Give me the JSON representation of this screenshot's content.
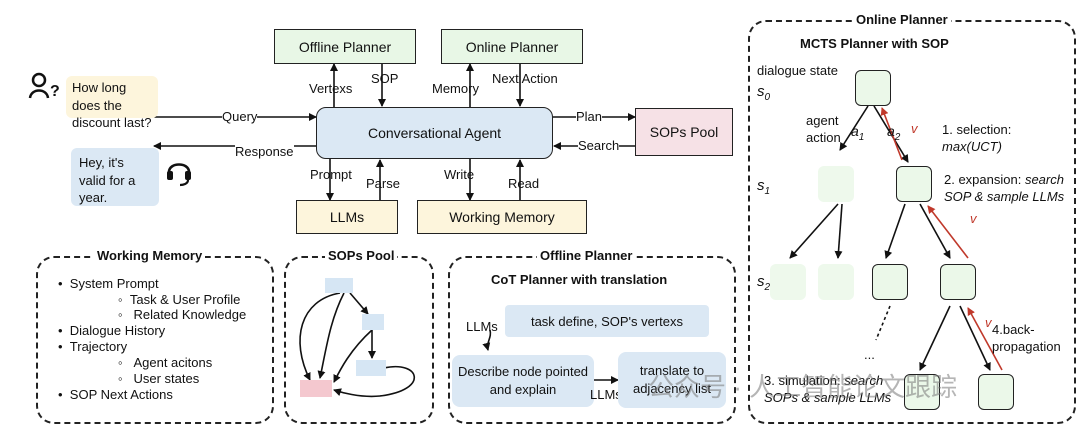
{
  "top": {
    "offline_planner": "Offline Planner",
    "online_planner": "Online Planner",
    "conversational_agent": "Conversational Agent",
    "sops_pool": "SOPs Pool",
    "llms": "LLMs",
    "working_memory": "Working Memory",
    "user_query": "How long does the discount last?",
    "agent_reply": "Hey, it's valid for a year.",
    "edges": {
      "vertexs": "Vertexs",
      "sop": "SOP",
      "memory": "Memory",
      "next_action": "Next Action",
      "query": "Query",
      "response": "Response",
      "plan": "Plan",
      "search": "Search",
      "prompt": "Prompt",
      "parse": "Parse",
      "write": "Write",
      "read": "Read"
    }
  },
  "working_memory_panel": {
    "title": "Working Memory",
    "items": [
      {
        "text": "System Prompt",
        "level": 1
      },
      {
        "text": "Task & User Profile",
        "level": 2
      },
      {
        "text": "Related Knowledge",
        "level": 2
      },
      {
        "text": "Dialogue History",
        "level": 1
      },
      {
        "text": "Trajectory",
        "level": 1
      },
      {
        "text": "Agent acitons",
        "level": 2
      },
      {
        "text": "User states",
        "level": 2
      },
      {
        "text": "SOP Next Actions",
        "level": 1
      }
    ]
  },
  "sops_pool_panel": {
    "title": "SOPs Pool"
  },
  "offline_planner_panel": {
    "title": "Offline Planner",
    "subtitle": "CoT Planner with translation",
    "task_box": "task define, SOP's vertexs",
    "describe_box": "Describe node pointed and explain",
    "translate_box": "translate to adjacency list",
    "llms_label_1": "LLMs",
    "llms_label_2": "LLMs"
  },
  "online_planner_panel": {
    "title": "Online Planner",
    "subtitle": "MCTS Planner with SOP",
    "dialogue_state": "dialogue state",
    "agent_action": "agent action",
    "s0": "s",
    "s0_sub": "0",
    "s1": "s",
    "s1_sub": "1",
    "s2": "s",
    "s2_sub": "2",
    "a1": "a",
    "a1_sub": "1",
    "a2": "a",
    "a2_sub": "2",
    "v": "v",
    "step1_a": "1. selection:",
    "step1_b": "max(UCT)",
    "step2_a": "2. expansion: ",
    "step2_a_it": "search",
    "step2_b": "SOP & sample LLMs",
    "step3_a": "3. simulation: ",
    "step3_a_it": "search",
    "step3_b": "SOPs & sample LLMs",
    "step4_a": "4.back-",
    "step4_b": "propagation",
    "dots": "..."
  },
  "watermark": "公众号 · 人工智能论文跟踪",
  "colors": {
    "green": "#e8f7e6",
    "blue": "#dbe8f4",
    "pink": "#f6e1e6",
    "yellow": "#fdf5dc",
    "red": "#c0392b"
  }
}
